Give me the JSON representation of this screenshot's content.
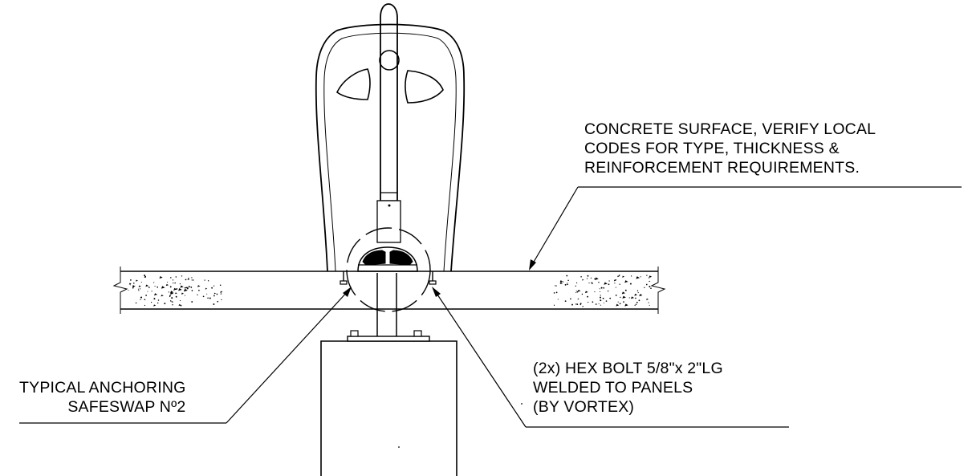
{
  "notes": {
    "concrete": {
      "line1": "CONCRETE SURFACE, VERIFY LOCAL",
      "line2": "CODES FOR TYPE, THICKNESS &",
      "line3": "REINFORCEMENT REQUIREMENTS."
    },
    "anchoring": {
      "line1": "TYPICAL ANCHORING",
      "line2": "SAFESWAP Nº2"
    },
    "bolt": {
      "line1": "(2x) HEX BOLT 5/8\"x 2\"LG",
      "line2": "WELDED TO PANELS",
      "line3": "(BY VORTEX)"
    }
  },
  "colors": {
    "line": "#000000",
    "background": "#ffffff"
  }
}
